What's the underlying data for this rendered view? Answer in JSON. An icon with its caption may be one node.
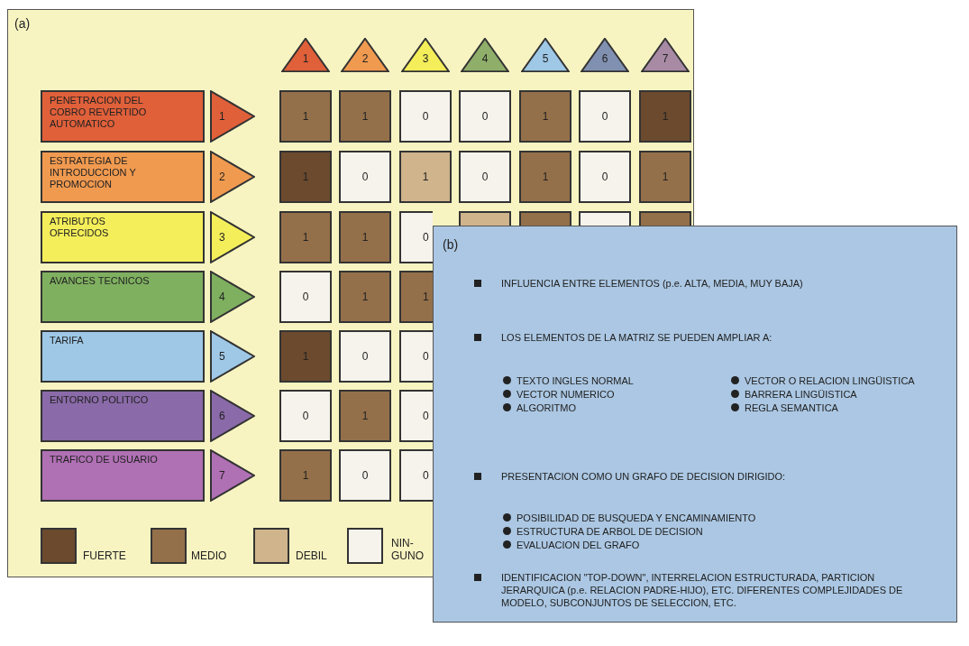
{
  "diagram": {
    "nodes": [
      {
        "text": [
          "(a)"
        ]
      },
      {
        "text": [
          "1"
        ],
        "in": 0
      },
      {
        "text": [
          "2"
        ],
        "in": 0
      },
      {
        "text": [
          "3"
        ],
        "in": 0
      },
      {
        "text": [
          "4"
        ],
        "in": 0
      },
      {
        "text": [
          "5"
        ],
        "in": 0
      },
      {
        "text": [
          "6"
        ],
        "in": 0
      },
      {
        "text": [
          "7"
        ],
        "in": 0
      },
      {
        "text": [
          "PENETRACION DEL COBRO REVERTIDO AUTOMATICO"
        ],
        "in": 0
      },
      {
        "text": [
          "1"
        ],
        "in": 0
      },
      {
        "text": [
          "1"
        ],
        "in": 0
      },
      {
        "text": [
          "1"
        ],
        "in": 0
      },
      {
        "text": [
          "0"
        ],
        "in": 0
      },
      {
        "text": [
          "0"
        ],
        "in": 0
      },
      {
        "text": [
          "1"
        ],
        "in": 0
      },
      {
        "text": [
          "0"
        ],
        "in": 0
      },
      {
        "text": [
          "1"
        ],
        "in": 0
      },
      {
        "text": [
          "ESTRATEGIA DE INTRODUCCION Y PROMOCION"
        ],
        "in": 0
      },
      {
        "text": [
          "2"
        ],
        "in": 0
      },
      {
        "text": [
          "1"
        ],
        "in": 0
      },
      {
        "text": [
          "0"
        ],
        "in": 0
      },
      {
        "text": [
          "1"
        ],
        "in": 0
      },
      {
        "text": [
          "0"
        ],
        "in": 0
      },
      {
        "text": [
          "1"
        ],
        "in": 0
      },
      {
        "text": [
          "0"
        ],
        "in": 0
      },
      {
        "text": [
          "1"
        ],
        "in": 0
      },
      {
        "text": [
          "ATRIBUTOS OFRECIDOS"
        ],
        "in": 0
      },
      {
        "text": [
          "3"
        ],
        "in": 0
      },
      {
        "text": [
          "1"
        ],
        "in": 0
      },
      {
        "text": [
          "1"
        ],
        "in": 0
      },
      {
        "text": [
          "0"
        ],
        "in": 0
      },
      {
        "text": [],
        "shape": "box",
        "in": 0
      },
      {
        "text": [],
        "shape": "box",
        "in": 0
      },
      {
        "text": [],
        "shape": "box",
        "in": 0
      },
      {
        "text": [],
        "shape": "box",
        "in": 0
      },
      {
        "text": [
          "AVANCES TECNICOS"
        ],
        "in": 0
      },
      {
        "text": [
          "4"
        ],
        "in": 0
      },
      {
        "text": [
          "0"
        ],
        "in": 0
      },
      {
        "text": [
          "1"
        ],
        "in": 0
      },
      {
        "text": [
          "1"
        ],
        "in": 0
      },
      {
        "text": [
          "TARIFA"
        ],
        "in": 0
      },
      {
        "text": [
          "5"
        ],
        "in": 0
      },
      {
        "text": [
          "1"
        ],
        "in": 0
      },
      {
        "text": [
          "0"
        ],
        "in": 0
      },
      {
        "text": [
          "0"
        ],
        "in": 0
      },
      {
        "text": [
          "ENTORNO POLITICO"
        ],
        "in": 0
      },
      {
        "text": [
          "6"
        ],
        "in": 0
      },
      {
        "text": [
          "0"
        ],
        "in": 0
      },
      {
        "text": [
          "1"
        ],
        "in": 0
      },
      {
        "text": [
          "0"
        ],
        "in": 0
      },
      {
        "text": [
          "TRAFICO DE USUARIO"
        ],
        "in": 0
      },
      {
        "text": [
          "7"
        ],
        "in": 0
      },
      {
        "text": [
          "1"
        ],
        "in": 0
      },
      {
        "text": [
          "0"
        ],
        "in": 0
      },
      {
        "text": [
          "0"
        ],
        "in": 0
      },
      {
        "text": [
          "(b)",
          "INFLUENCIA ENTRE ELEMENTOS (p.e. ALTA, MEDIA, MUY BAJA)",
          "LOS ELEMENTOS DE LA MATRIZ SE PUEDEN AMPLIAR A:",
          "TEXTO INGLES NORMAL",
          "VECTOR NUMERICO",
          "ALGORITMO",
          "VECTOR O RELACION LINGÜISTICA",
          "BARRERA LINGÜISTICA",
          "REGLA SEMANTICA",
          "PRESENTACION COMO UN GRAFO DE DECISION DIRIGIDO:",
          "POSIBILIDAD DE BUSQUEDA Y ENCAMINAMIENTO",
          "ESTRUCTURA DE ARBOL DE DECISION",
          "EVALUACION DEL GRAFO",
          "IDENTIFICACION \"TOP-DOWN\", INTERRELACION ESTRUCTURADA, PARTICION JERARQUICA (p.e. RELACION PADRE-HIJO), ETC. DIFERENTES COMPLEJIDADES DE MODELO, SUBCONJUNTOS DE SELECCION, ETC."
        ]
      }
    ],
    "edges": [],
    "legend": [
      {
        "text": "FUERTE",
        "color": "#6b4a2e"
      },
      {
        "text": "MEDIO",
        "color": "#94704a"
      },
      {
        "text": "DEBIL",
        "color": "#cfb48c"
      },
      {
        "text": "NIN- GUNO",
        "color": "#f6f3ec"
      }
    ]
  }
}
